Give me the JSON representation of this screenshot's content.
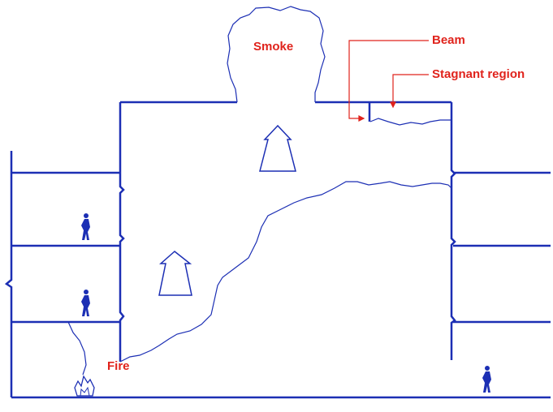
{
  "colors": {
    "structure": "#1c2fb4",
    "smoke_outline": "#1c2fb4",
    "label_text": "#e0231c",
    "annotation_line": "#e0231c",
    "background": "#ffffff"
  },
  "labels": {
    "smoke": "Smoke",
    "beam": "Beam",
    "stagnant_region": "Stagnant region",
    "fire": "Fire"
  },
  "icons": {
    "up_arrow": "hollow-up-arrow-icon",
    "person": "person-icon",
    "flame": "flame-icon"
  }
}
